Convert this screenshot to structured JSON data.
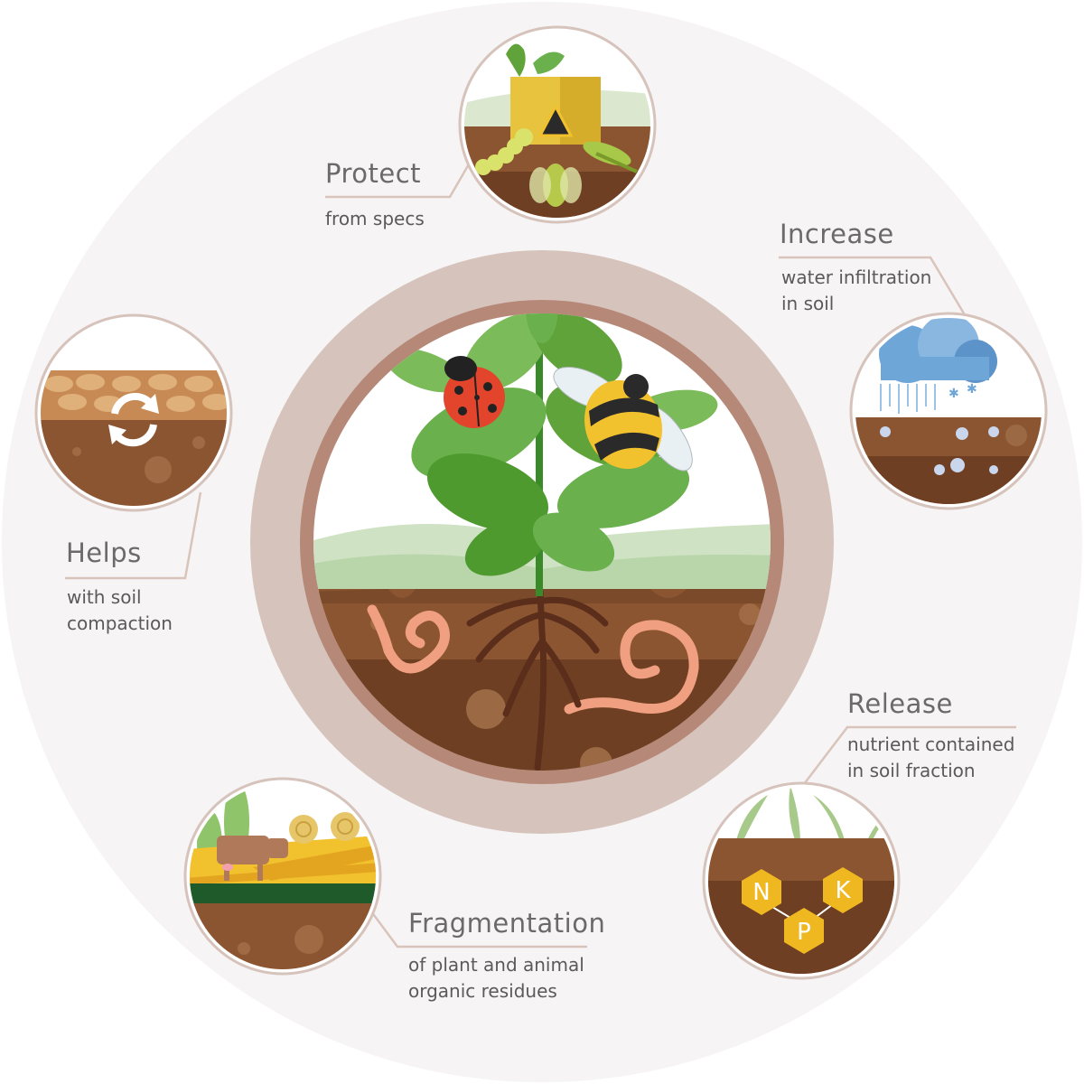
{
  "protect": {
    "title": "Protect",
    "subtitle": "from specs"
  },
  "increase": {
    "title": "Increase",
    "subtitle_line1": "water infiltration",
    "subtitle_line2": "in soil"
  },
  "helps": {
    "title": "Helps",
    "subtitle_line1": "with soil",
    "subtitle_line2": "compaction"
  },
  "release": {
    "title": "Release",
    "subtitle_line1": "nutrient contained",
    "subtitle_line2": "in soil fraction"
  },
  "fragmentation": {
    "title": "Fragmentation",
    "subtitle_line1": "of plant and animal",
    "subtitle_line2": "organic residues"
  },
  "nutrients": {
    "n": "N",
    "k": "K",
    "p": "P"
  },
  "colors": {
    "background_disc": "#f6f4f4",
    "ring_outer": "#d6c3bb",
    "ring_inner": "#b58877",
    "soil_dark": "#6e3f22",
    "soil_mid": "#8b5532",
    "leaf_green": "#5fa33a",
    "connector_line": "#d9c4bb"
  }
}
